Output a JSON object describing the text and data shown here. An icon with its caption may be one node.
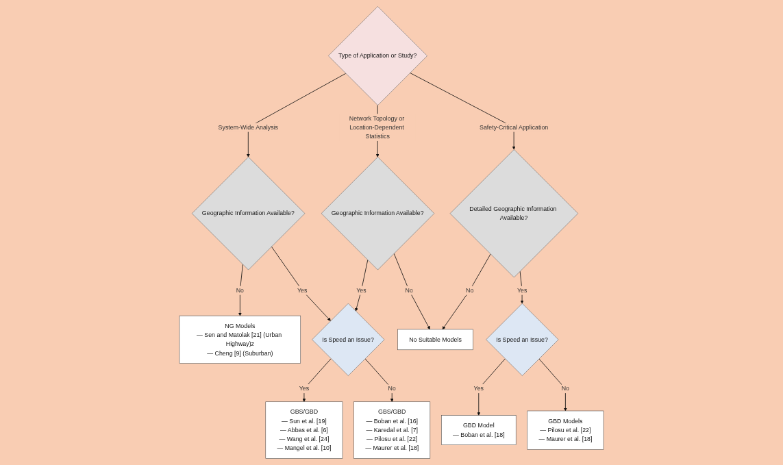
{
  "diagram": {
    "nodes": [
      {
        "text": [
          "Type of Application or Study?"
        ]
      },
      {
        "text": [
          "Geographic Information Available?"
        ]
      },
      {
        "text": [
          "Geographic Information Available?"
        ]
      },
      {
        "text": [
          "Detailed Geographic Information Available?"
        ]
      },
      {
        "text": [
          "Is Speed an Issue?"
        ]
      },
      {
        "text": [
          "Is Speed an Issue?"
        ]
      },
      {
        "text": [
          "NG Models",
          "— Sen and Matolak [21] (Urban Highway)z",
          "— Cheng [9] (Suburban)"
        ]
      },
      {
        "text": [
          "GBS/GBD",
          "— Sun et al. [19]",
          "— Abbas et al. [6]",
          "— Wang et al. [24]",
          "— Mangel et al. [10]"
        ]
      },
      {
        "text": [
          "GBS/GBD",
          "— Boban et al. [16]",
          "— Karedal et al. [7]",
          "— Pilosu et al. [22]",
          "— Maurer et al. [18]"
        ]
      },
      {
        "text": [
          "No Suitable Models"
        ]
      },
      {
        "text": [
          "GBD Model",
          "— Boban et al. [18]"
        ]
      },
      {
        "text": [
          "GBD Models",
          "— Pilosu et al. [22]",
          "— Maurer et al. [18]"
        ]
      }
    ],
    "edges": [
      {
        "from": 0,
        "to": 1,
        "arrow": "to",
        "label": "System-Wide Analysis"
      },
      {
        "from": 0,
        "to": 2,
        "arrow": "to",
        "label": "Network Topology or Location-Dependent Statistics"
      },
      {
        "from": 0,
        "to": 3,
        "arrow": "to",
        "label": "Safety-Critical Application"
      },
      {
        "from": 1,
        "to": 6,
        "arrow": "to",
        "label": "No"
      },
      {
        "from": 1,
        "to": 4,
        "arrow": "to",
        "label": "Yes"
      },
      {
        "from": 2,
        "to": 4,
        "arrow": "to",
        "label": "Yes"
      },
      {
        "from": 2,
        "to": 9,
        "arrow": "to",
        "label": "No"
      },
      {
        "from": 3,
        "to": 9,
        "arrow": "to",
        "label": "No"
      },
      {
        "from": 3,
        "to": 5,
        "arrow": "to",
        "label": "Yes"
      },
      {
        "from": 4,
        "to": 7,
        "arrow": "to",
        "label": "Yes"
      },
      {
        "from": 4,
        "to": 8,
        "arrow": "to",
        "label": "No"
      },
      {
        "from": 5,
        "to": 10,
        "arrow": "to",
        "label": "Yes"
      },
      {
        "from": 5,
        "to": 11,
        "arrow": "to",
        "label": "No"
      }
    ]
  }
}
